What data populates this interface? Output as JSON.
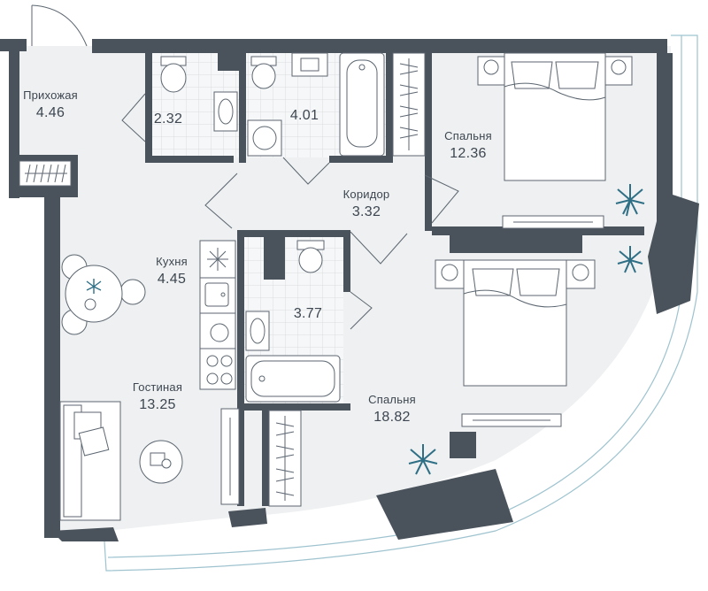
{
  "colors": {
    "wall": "#4a525b",
    "floor": "#eef0f1",
    "line": "#5c6670",
    "balcony_line": "#9ec3cf",
    "plant": "#2f6f86"
  },
  "rooms": {
    "hallway": {
      "name": "Прихожая",
      "area": "4.46"
    },
    "wc": {
      "area": "2.32"
    },
    "bathroom_1": {
      "area": "4.01"
    },
    "bedroom_1": {
      "name": "Спальня",
      "area": "12.36"
    },
    "corridor": {
      "name": "Коридор",
      "area": "3.32"
    },
    "kitchen": {
      "name": "Кухня",
      "area": "4.45"
    },
    "bathroom_2": {
      "area": "3.77"
    },
    "living_room": {
      "name": "Гостиная",
      "area": "13.25"
    },
    "bedroom_2": {
      "name": "Спальня",
      "area": "18.82"
    }
  }
}
